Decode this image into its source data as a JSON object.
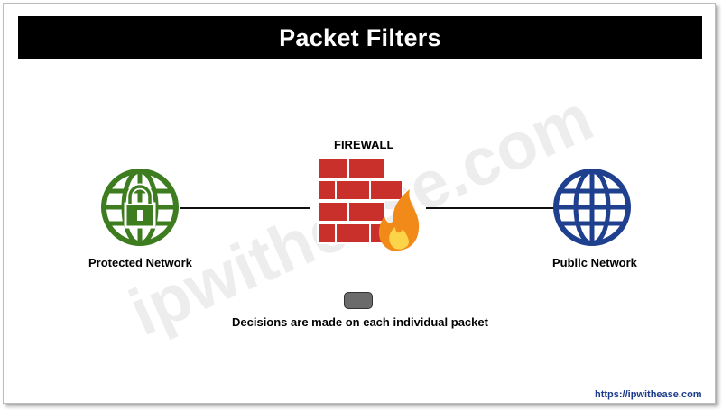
{
  "title": "Packet Filters",
  "watermark": "ipwithease.com",
  "firewall": {
    "label": "FIREWALL",
    "icon": "firewall-icon"
  },
  "protected_network": {
    "label": "Protected Network",
    "icon": "secure-globe-icon",
    "color": "#3d7d1f"
  },
  "public_network": {
    "label": "Public Network",
    "icon": "globe-icon",
    "color": "#1f3f8f"
  },
  "packet": {
    "icon": "packet-icon",
    "color": "#6b6b6b"
  },
  "decision_text": "Decisions are made on each individual packet",
  "site_url": "https://ipwithease.com",
  "colors": {
    "title_bg": "#000000",
    "title_text": "#ffffff",
    "brick": "#c9302c",
    "flame": "#f28a1a"
  }
}
